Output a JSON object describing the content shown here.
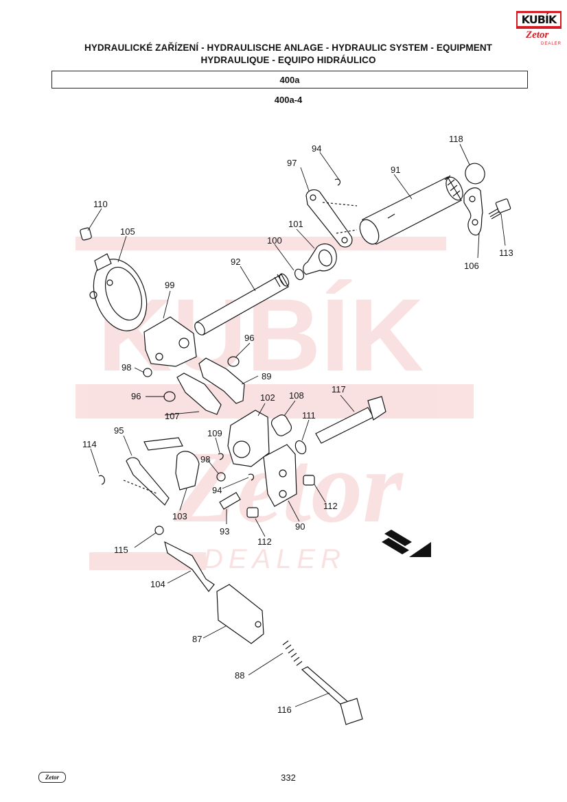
{
  "header": {
    "title_line1": "HYDRAULICKÉ ZAŘÍZENÍ - HYDRAULISCHE ANLAGE - HYDRAULIC SYSTEM - EQUIPMENT",
    "title_line2": "HYDRAULIQUE - EQUIPO HIDRÁULICO",
    "section": "400a",
    "subsection": "400a-4"
  },
  "logo": {
    "brand": "KUBÍK",
    "maker": "Zetor",
    "tag": "DEALER"
  },
  "watermark": {
    "brand": "KUBÍK",
    "tag": "DEALER"
  },
  "parts": {
    "p87": "87",
    "p88": "88",
    "p89": "89",
    "p90": "90",
    "p91": "91",
    "p92": "92",
    "p93": "93",
    "p94a": "94",
    "p94b": "94",
    "p95": "95",
    "p96a": "96",
    "p96b": "96",
    "p97": "97",
    "p98a": "98",
    "p98b": "98",
    "p99": "99",
    "p100": "100",
    "p101": "101",
    "p102": "102",
    "p103": "103",
    "p104": "104",
    "p105": "105",
    "p106": "106",
    "p107": "107",
    "p108": "108",
    "p109": "109",
    "p110": "110",
    "p111": "111",
    "p112a": "112",
    "p112b": "112",
    "p113": "113",
    "p114": "114",
    "p115": "115",
    "p116": "116",
    "p117": "117",
    "p118": "118"
  },
  "footer": {
    "page_number": "332",
    "logo_text": "Zetor"
  }
}
